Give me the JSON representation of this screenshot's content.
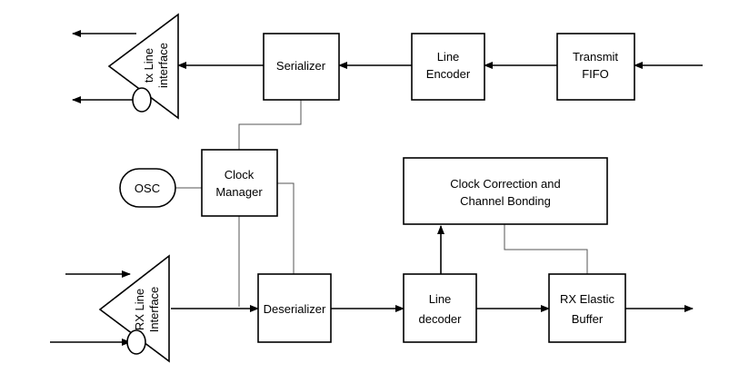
{
  "blocks": {
    "serializer": [
      "Serializer"
    ],
    "line_encoder": [
      "Line",
      "Encoder"
    ],
    "transmit_fifo": [
      "Transmit",
      "FIFO"
    ],
    "clock_manager": [
      "Clock",
      "Manager"
    ],
    "osc": [
      "OSC"
    ],
    "clock_correction": [
      "Clock Correction and",
      "Channel Bonding"
    ],
    "deserializer": [
      "Deserializer"
    ],
    "line_decoder": [
      "Line",
      "decoder"
    ],
    "rx_elastic_buffer": [
      "RX Elastic",
      "Buffer"
    ],
    "tx_line_interface": [
      "tx Line",
      "interface"
    ],
    "rx_line_interface": [
      "RX Line",
      "Interface"
    ]
  }
}
